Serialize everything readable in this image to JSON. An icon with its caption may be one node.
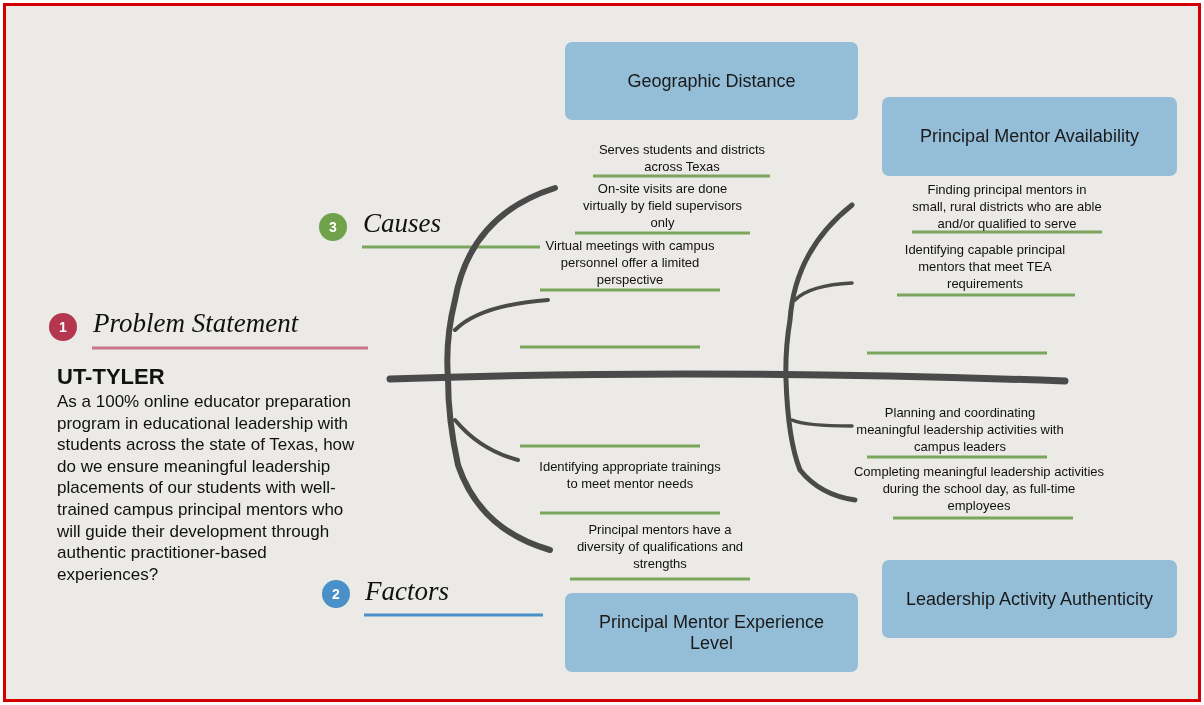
{
  "diagram": {
    "nodes": [
      {
        "text": [
          "Geographic Distance"
        ]
      },
      {
        "text": [
          "Principal Mentor Availability"
        ]
      },
      {
        "text": [
          "Leadership Activity Authenticity"
        ]
      },
      {
        "text": [
          "Principal Mentor Experience Level"
        ]
      }
    ],
    "labels": [
      "Serves students and districts across Texas",
      "3",
      "Causes",
      "On-site visits are done virtually  by field supervisors only",
      "Finding principal mentors in small, rural districts who are able and/or qualified to serve",
      "Virtual meetings with campus personnel offer a limited perspective",
      "Identifying capable principal mentors that meet TEA requirements",
      "1",
      "Problem Statement",
      "UT-TYLER",
      "As a 100% online educator preparation program in educational leadership with students across the state of Texas, how do we ensure meaningful leadership placements of our students with well-trained campus principal mentors who will guide their development through authentic practitioner-based experiences?",
      "Planning and coordinating meaningful leadership activities with campus leaders",
      "Completing meaningful leadership activities during the school day, as full-time employees",
      "Identifying appropriate trainings to meet mentor needs",
      "Principal mentors have a diversity of qualifications and strengths",
      "2",
      "Factors"
    ]
  }
}
